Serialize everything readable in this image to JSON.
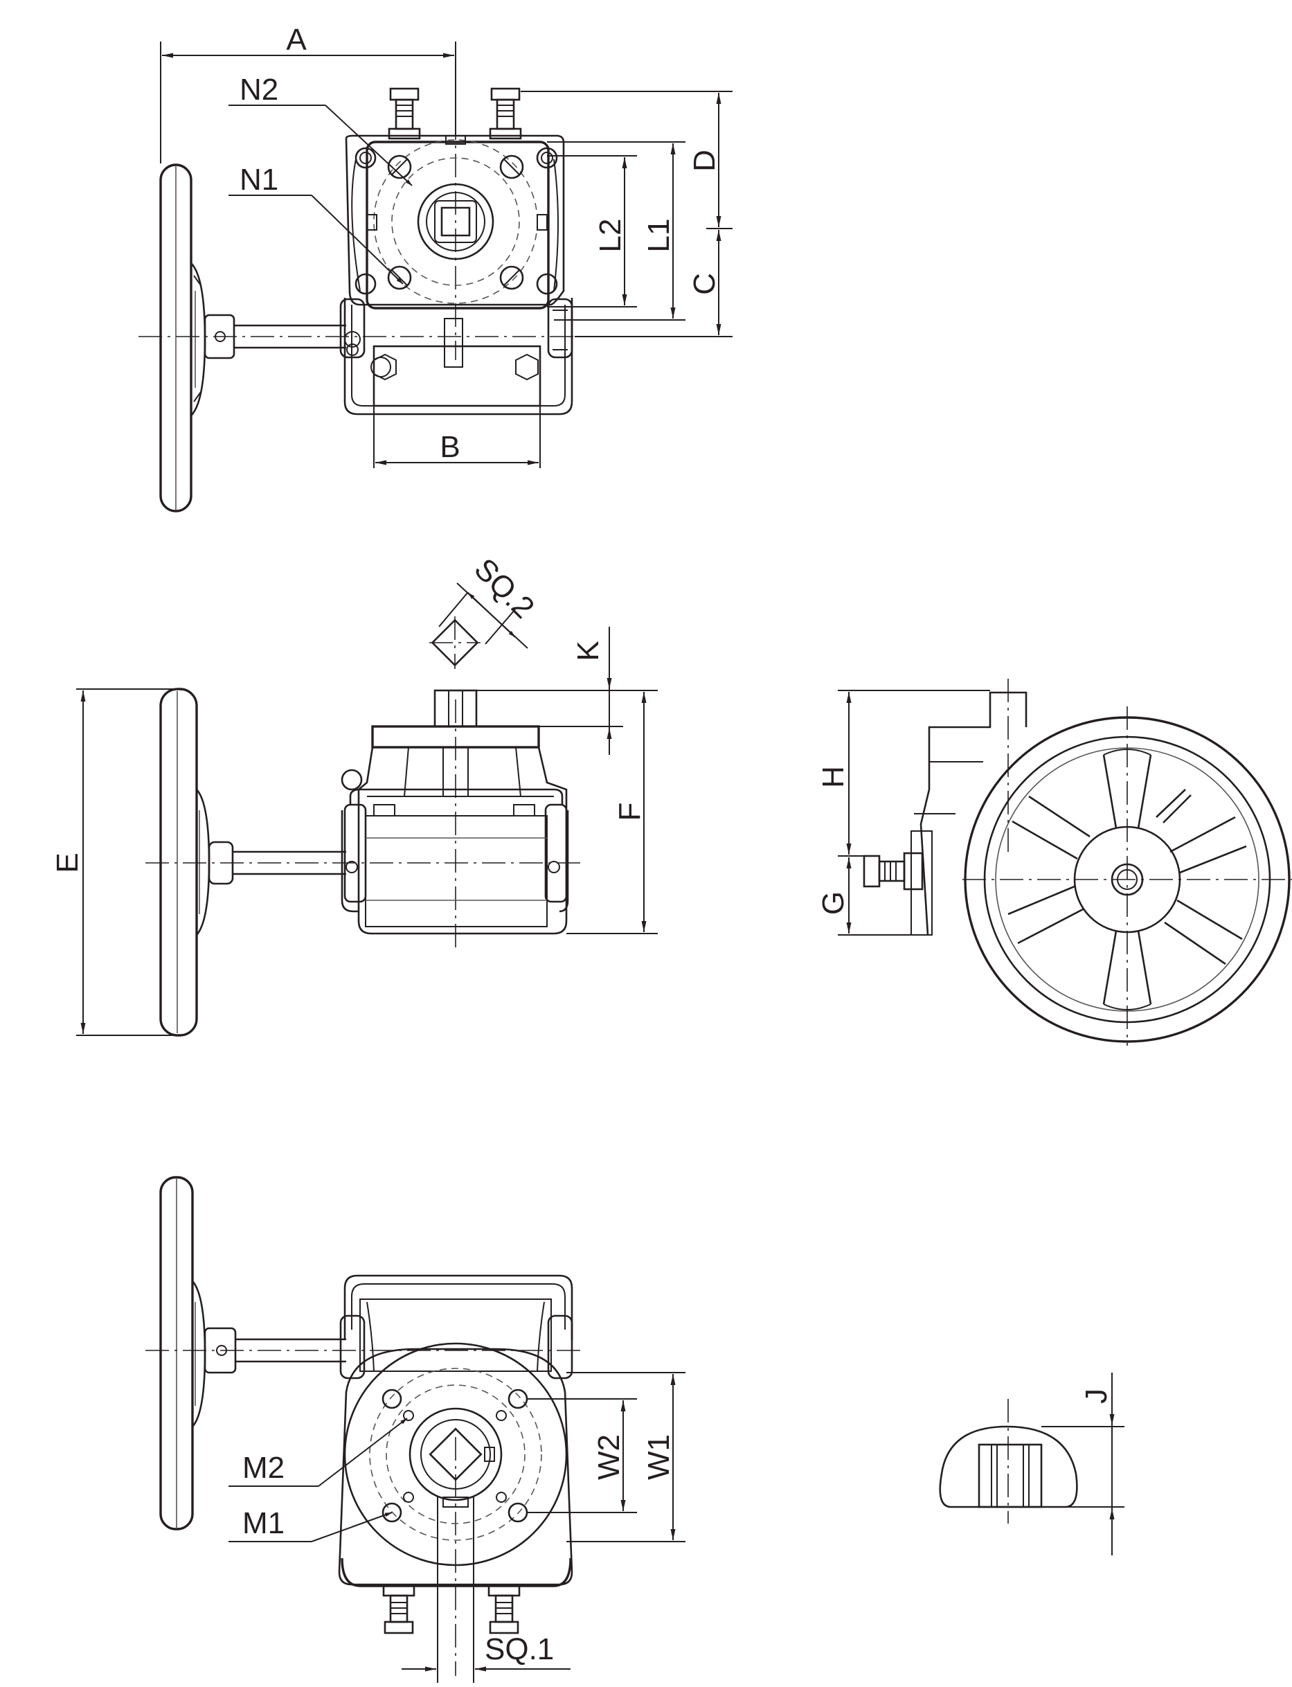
{
  "colors": {
    "ink": "#231f20",
    "paper": "#ffffff"
  },
  "labels": {
    "A": "A",
    "B": "B",
    "C": "C",
    "D": "D",
    "E": "E",
    "F": "F",
    "G": "G",
    "H": "H",
    "J": "J",
    "K": "K",
    "L1": "L1",
    "L2": "L2",
    "N1": "N1",
    "N2": "N2",
    "M1": "M1",
    "M2": "M2",
    "W1": "W1",
    "W2": "W2",
    "SQ1": "SQ.1",
    "SQ2": "SQ.2"
  }
}
